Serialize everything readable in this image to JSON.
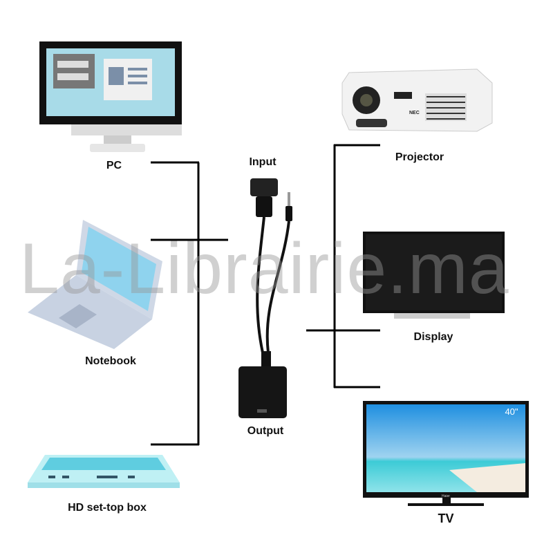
{
  "labels": {
    "pc": "PC",
    "notebook": "Notebook",
    "settop": "HD set-top box",
    "input": "Input",
    "output": "Output",
    "projector": "Projector",
    "display": "Display",
    "tv": "TV"
  },
  "tv_size": "40\"",
  "projector_brand": "NEC",
  "tv_brand": "Haier",
  "watermark": "La-Librairie.ma",
  "colors": {
    "line": "#000000",
    "screen_blue": "#a8dbe8",
    "watermark": "#999999"
  }
}
